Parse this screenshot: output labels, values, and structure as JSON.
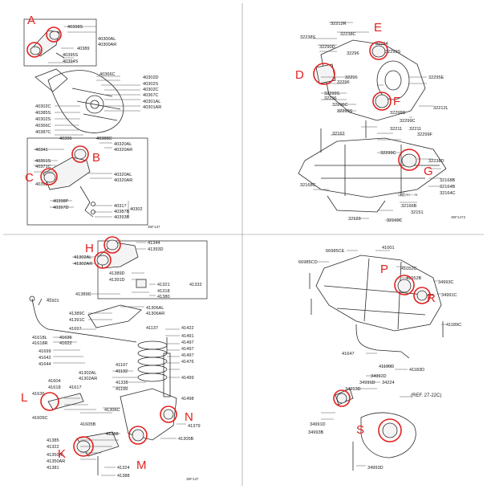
{
  "q1": {
    "callouts": [
      "A",
      "B",
      "C"
    ],
    "labels": [
      "40398S",
      "40300AL",
      "40300AR",
      "40389",
      "40395S",
      "40394S",
      "40302D",
      "40366C",
      "40302S",
      "40302C",
      "40367C",
      "40301AL",
      "40301AR",
      "40302C",
      "40385S",
      "40302S",
      "40366C",
      "40387C",
      "40388C",
      "40320AL",
      "40320AR",
      "40396",
      "40341",
      "40351S",
      "40371C",
      "40390",
      "40320AL",
      "40320AR",
      "40398P",
      "40397D",
      "40317",
      "40387B",
      "40393B",
      "40302"
    ],
    "code": "36F137"
  },
  "q2": {
    "callouts": [
      "E",
      "D",
      "F",
      "G"
    ],
    "labels": [
      "32212R",
      "32238S",
      "32238C",
      "32290D",
      "32296",
      "32299S",
      "32294",
      "32295E",
      "32296",
      "32296",
      "32299S",
      "32212L",
      "32296",
      "32299S",
      "32296C",
      "32298D",
      "32299C",
      "32211",
      "32299F",
      "32162",
      "32211",
      "32299C",
      "32238D",
      "32168C",
      "32168B",
      "32164B",
      "32164C",
      "32166B",
      "32151",
      "32123",
      "32160C"
    ],
    "box_note": "以前AH・AI",
    "code": "36F1472"
  },
  "q3": {
    "callouts": [
      "H",
      "L",
      "K",
      "M",
      "N"
    ],
    "labels": [
      "41344",
      "41393D",
      "41302AL",
      "41302AR",
      "41389D",
      "41391D",
      "41321",
      "41332",
      "41318",
      "41380",
      "41389C",
      "41601",
      "41306AL",
      "41306AR",
      "41389C",
      "41391C",
      "41697",
      "41137",
      "41422",
      "41618L",
      "41618R",
      "41636",
      "41622",
      "41699",
      "41642",
      "41644",
      "41491",
      "41497",
      "41497",
      "41497",
      "41476",
      "41604",
      "41302AL",
      "41302AR",
      "41197",
      "41132",
      "41618",
      "41617",
      "41338",
      "41199",
      "41499",
      "41498",
      "41636",
      "41605C",
      "41306C",
      "41605B",
      "41388",
      "41385",
      "41322",
      "41350AL",
      "41350AR",
      "41381",
      "41324",
      "41388",
      "41305B",
      "41379"
    ],
    "code": "36F137"
  },
  "q4": {
    "callouts": [
      "P",
      "R",
      "S"
    ],
    "labels": [
      "66985CE",
      "41001",
      "66985CD",
      "41052C",
      "41052B",
      "34993C",
      "34991C",
      "41189C",
      "41647",
      "41190D",
      "41183D",
      "34992D",
      "34991D",
      "34224",
      "34993D",
      "34991D",
      "34993B",
      "34993D"
    ],
    "ref": "(REF. 27-22C)"
  }
}
